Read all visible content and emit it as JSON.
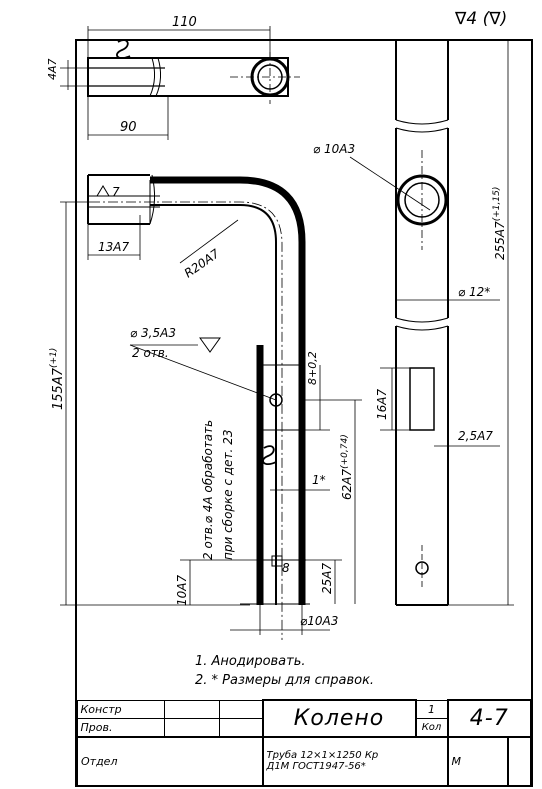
{
  "roughness": "∇4 (∇)",
  "dims": {
    "d110": "110",
    "d4A7": "4A7",
    "d90": "90",
    "d7": "7",
    "d13A7": "13A7",
    "dR20A7": "R20A7",
    "d155A7": "155A7",
    "d155tol": "(+1)",
    "dhole": "⌀ 3,5A3",
    "dhole_count": "2 отв.",
    "dvert1": "2 отв.⌀ 4A обработать",
    "dvert2": "при сборке с дет. 23",
    "d8tol": "8+0,2",
    "d16A7": "16A7",
    "d62A7": "62A7",
    "d62tol": "(+0,74)",
    "d1star": "1*",
    "d10A7": "10A7",
    "d25A7": "25A7",
    "d8": "8",
    "dphi10A3b": "⌀10A3",
    "dphi10A3": "⌀ 10A3",
    "d255A7": "255A7",
    "d255tol": "(+1,15)",
    "dphi12": "⌀ 12*",
    "d25A7b": "2,5A7",
    "snake": "S"
  },
  "notes": [
    "1. Анодировать.",
    "2. * Размеры для справок."
  ],
  "titleblock": {
    "konstr": "Констр",
    "prov": "Пров.",
    "otdel": "Отдел",
    "name": "Колено",
    "qty": "1",
    "kol": "Кол",
    "number": "4-7",
    "material1": "Труба 12×1×1250 Кр",
    "material2": "Д1М ГОСТ1947-56*",
    "m": "М"
  }
}
